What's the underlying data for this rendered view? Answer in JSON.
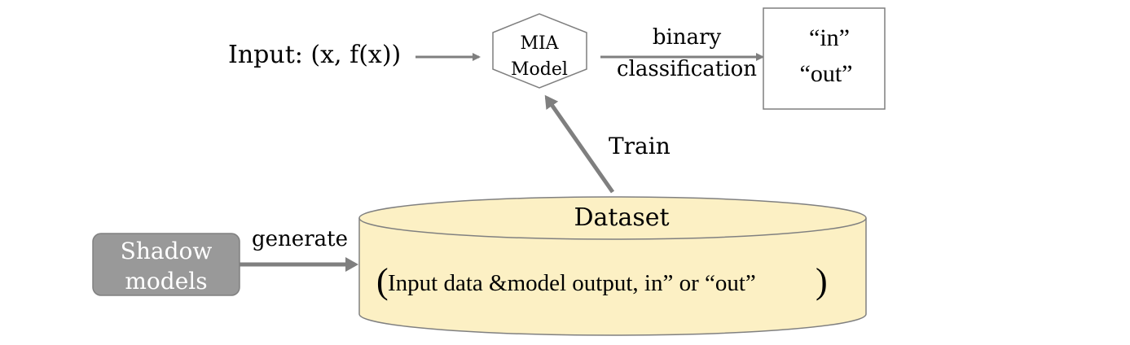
{
  "input_label": "Input: (x, f(x))",
  "mia_model": {
    "line1": "MIA",
    "line2": "Model"
  },
  "edge_binary": {
    "line1": "binary",
    "line2": "classification"
  },
  "output_box": {
    "line1": "“in”",
    "line2": "“out”"
  },
  "edge_train": "Train",
  "dataset": {
    "title": "Dataset",
    "open_paren": "(",
    "content": "Input data &model output, in” or “out”",
    "close_paren": ")"
  },
  "edge_generate": "generate",
  "shadow_models": {
    "line1": "Shadow",
    "line2": "models"
  },
  "colors": {
    "arrow": "#7f7f7f",
    "dataset_fill": "#fcf0c4",
    "dataset_stroke": "#808080",
    "shadow_fill": "#999999",
    "shadow_text": "#ffffff",
    "box_stroke": "#7f7f7f",
    "text": "#000000"
  }
}
